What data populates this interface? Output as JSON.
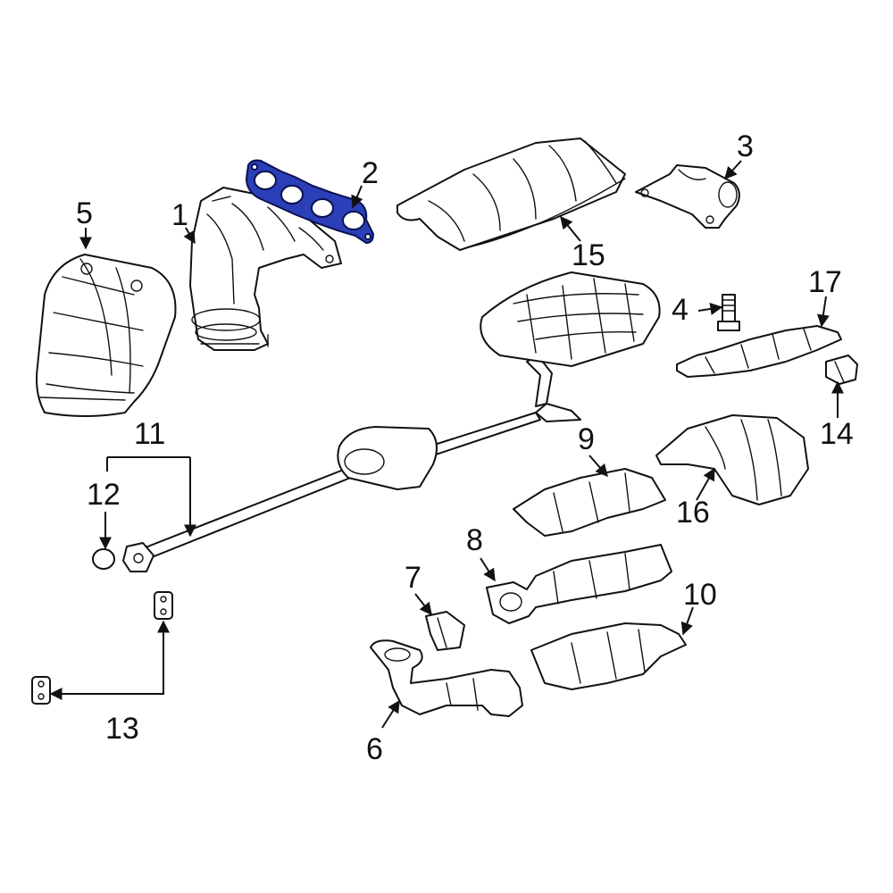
{
  "diagram": {
    "highlight_color": "#2b3fb8",
    "line_color": "#111111",
    "highlighted_part": "2",
    "callouts": {
      "c1": "1",
      "c2": "2",
      "c3": "3",
      "c4": "4",
      "c5": "5",
      "c6": "6",
      "c7": "7",
      "c8": "8",
      "c9": "9",
      "c10": "10",
      "c11": "11",
      "c12": "12",
      "c13": "13",
      "c14": "14",
      "c15": "15",
      "c16": "16",
      "c17": "17"
    }
  }
}
